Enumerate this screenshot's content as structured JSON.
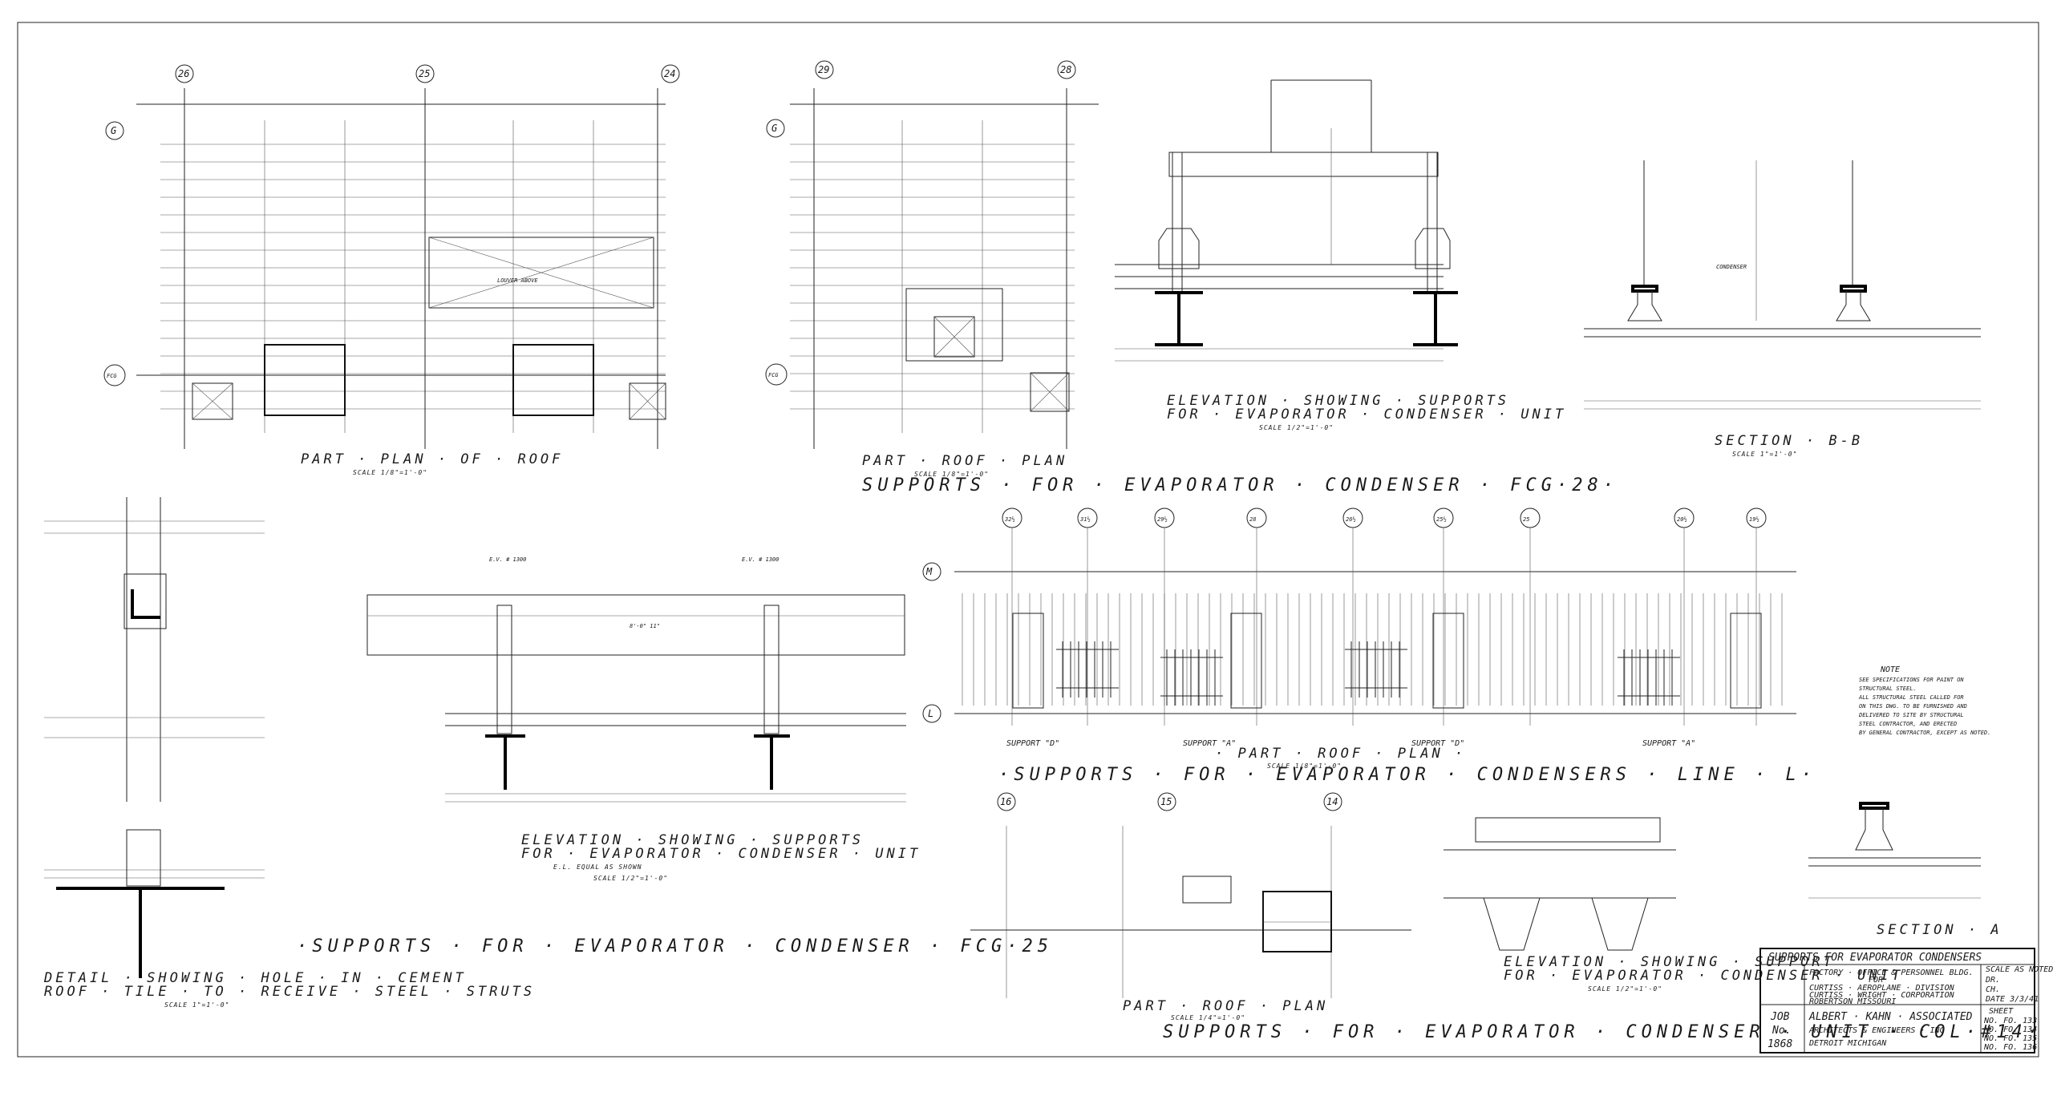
{
  "drawing": {
    "titles": {
      "supports_fcg28": "SUPPORTS · FOR · EVAPORATOR · CONDENSER · FCG·28·",
      "supports_fcg25": "·SUPPORTS · FOR · EVAPORATOR · CONDENSER · FCG·25",
      "supports_line_l": "·SUPPORTS · FOR · EVAPORATOR · CONDENSERS · LINE · L·",
      "supports_col14": "SUPPORTS · FOR · EVAPORATOR · CONDENSER · UNIT · COL·#14·"
    },
    "views": {
      "part_plan_roof": "PART · PLAN · OF · ROOF",
      "part_roof_plan": "PART · ROOF · PLAN",
      "elevation_supports_l1": "ELEVATION · SHOWING · SUPPORTS",
      "elevation_supports_l2": "FOR · EVAPORATOR · CONDENSER · UNIT",
      "section_bb": "SECTION · B-B",
      "part_roof_plan_line_l": "· PART · ROOF · PLAN ·",
      "elevation_center_l1": "ELEVATION · SHOWING · SUPPORTS",
      "elevation_center_l2": "FOR · EVAPORATOR · CONDENSER · UNIT",
      "elevation_center_l3": "E.L. EQUAL AS SHOWN",
      "detail_l1": "DETAIL · SHOWING · HOLE · IN · CEMENT",
      "detail_l2": "ROOF · TILE · TO · RECEIVE · STEEL · STRUTS",
      "part_roof_plan_col14": "PART · ROOF · PLAN",
      "elevation_col14_l1": "ELEVATION · SHOWING · SUPPORT",
      "elevation_col14_l2": "FOR · EVAPORATOR · CONDENSER · UNIT",
      "section_a": "SECTION · A"
    },
    "scales": {
      "eighth": "SCALE 1/8\"=1'-0\"",
      "half": "SCALE 1/2\"=1'-0\"",
      "full": "SCALE 1\"=1'-0\"",
      "quarter": "SCALE 1/4\"=1'-0\""
    },
    "grid_marks": {
      "top_left": [
        "26",
        "25",
        "24"
      ],
      "top_mid": [
        "29",
        "28"
      ],
      "line_l": [
        "32½",
        "31½",
        "29½",
        "28",
        "26½",
        "25½",
        "25",
        "20½",
        "19½"
      ],
      "col14": [
        "16",
        "15",
        "14"
      ],
      "row_labels": [
        "G",
        "FCG",
        "G",
        "FCG",
        "M",
        "L"
      ]
    },
    "supports": [
      "SUPPORT \"D\"",
      "SUPPORT \"A\"",
      "SUPPORT \"D\"",
      "SUPPORT \"A\""
    ],
    "labels": {
      "louver_above": "LOUVER ABOVE",
      "condenser": "CONDENSER",
      "dim_8_0": "8'-0\"  11\"",
      "ev_1300_a": "E.V. # 1300",
      "ev_1300_b": "E.V. # 1300"
    },
    "note": {
      "heading": "NOTE",
      "lines": [
        "SEE SPECIFICATIONS FOR PAINT ON",
        "STRUCTURAL STEEL.",
        "ALL STRUCTURAL STEEL CALLED FOR",
        "ON THIS DWG. TO BE FURNISHED AND",
        "DELIVERED TO SITE BY STRUCTURAL",
        "STEEL CONTRACTOR, AND ERECTED",
        "BY GENERAL CONTRACTOR, EXCEPT AS NOTED."
      ]
    },
    "title_block": {
      "sheet_title": "SUPPORTS FOR EVAPORATOR CONDENSERS",
      "project_l1": "FACTORY · OFFICE & PERSONNEL BLDG.",
      "project_l2": "FOR",
      "project_l3": "CURTISS · AEROPLANE · DIVISION",
      "project_l4": "CURTISS · WRIGHT · CORPORATION",
      "project_l5": "ROBERTSON     MISSOURI",
      "architect_l1": "ALBERT · KAHN · ASSOCIATED",
      "architect_l2": "ARCHITECTS & ENGINEERS · INC",
      "architect_l3": "DETROIT     MICHIGAN",
      "job_label": "JOB",
      "job_no_label": "No.",
      "job_number": "1868",
      "sheet_label": "SHEET",
      "sheet_refs": [
        "NO. FO. 133",
        "NO. FO. 134",
        "NO. FO. 135",
        "NO. FO. 136"
      ],
      "side_refs": [
        "SCALE AS NOTED",
        "DR.",
        "CH.",
        "DATE 3/3/41"
      ]
    }
  }
}
